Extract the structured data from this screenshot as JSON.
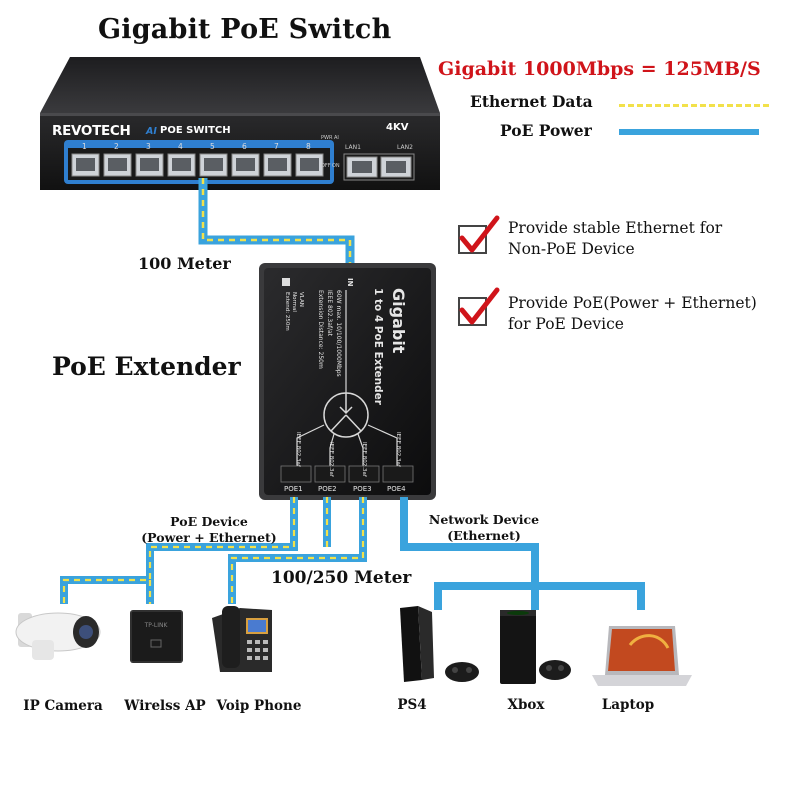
{
  "title": "Gigabit PoE Switch",
  "speed_note": "Gigabit 1000Mbps = 125MB/S",
  "legend": {
    "ethernet": "Ethernet Data",
    "poe": "PoE Power",
    "ethernet_color": "#f2e14a",
    "poe_color": "#3aa3dd"
  },
  "switch": {
    "brand": "REVOTECH",
    "model_ai": "AI",
    "model": "POE SWITCH",
    "surge": "4KV",
    "ports": [
      "1",
      "2",
      "3",
      "4",
      "5",
      "6",
      "7",
      "8"
    ],
    "uplinks": [
      "LAN1",
      "LAN2"
    ],
    "indicators": [
      "PWR",
      "AI",
      "OFF",
      "ON"
    ]
  },
  "features": [
    {
      "line1": "Provide stable Ethernet for",
      "line2": "Non-PoE Device"
    },
    {
      "line1": "Provide PoE(Power + Ethernet)",
      "line2": "for PoE Device"
    }
  ],
  "distance_top": "100 Meter",
  "distance_bottom": "100/250 Meter",
  "extender": {
    "label": "PoE Extender",
    "name": "Gigabit",
    "subtitle": "1 to 4 PoE Extender",
    "in_label": "IN",
    "spec1": "60W max. 10/100/1000Mbps",
    "spec2": "IEEE 802.3af/at",
    "spec3": "Extension Distance: 250m",
    "vlan1": "VLAN",
    "vlan2": "Normal",
    "vlan3": "Extend: 250m",
    "standard": "IEEE 802.3af",
    "ports": [
      "POE1",
      "POE2",
      "POE3",
      "POE4"
    ]
  },
  "groups": {
    "poe_line1": "PoE Device",
    "poe_line2": "(Power + Ethernet)",
    "net_line1": "Network Device",
    "net_line2": "(Ethernet)"
  },
  "devices": [
    {
      "label": "IP Camera",
      "icon": "ip-camera-icon"
    },
    {
      "label": "Wirelss AP",
      "icon": "wireless-ap-icon",
      "brand": "TP-LINK"
    },
    {
      "label": "Voip Phone",
      "icon": "voip-phone-icon"
    },
    {
      "label": "PS4",
      "icon": "ps4-icon"
    },
    {
      "label": "Xbox",
      "icon": "xbox-icon"
    },
    {
      "label": "Laptop",
      "icon": "laptop-icon"
    }
  ]
}
